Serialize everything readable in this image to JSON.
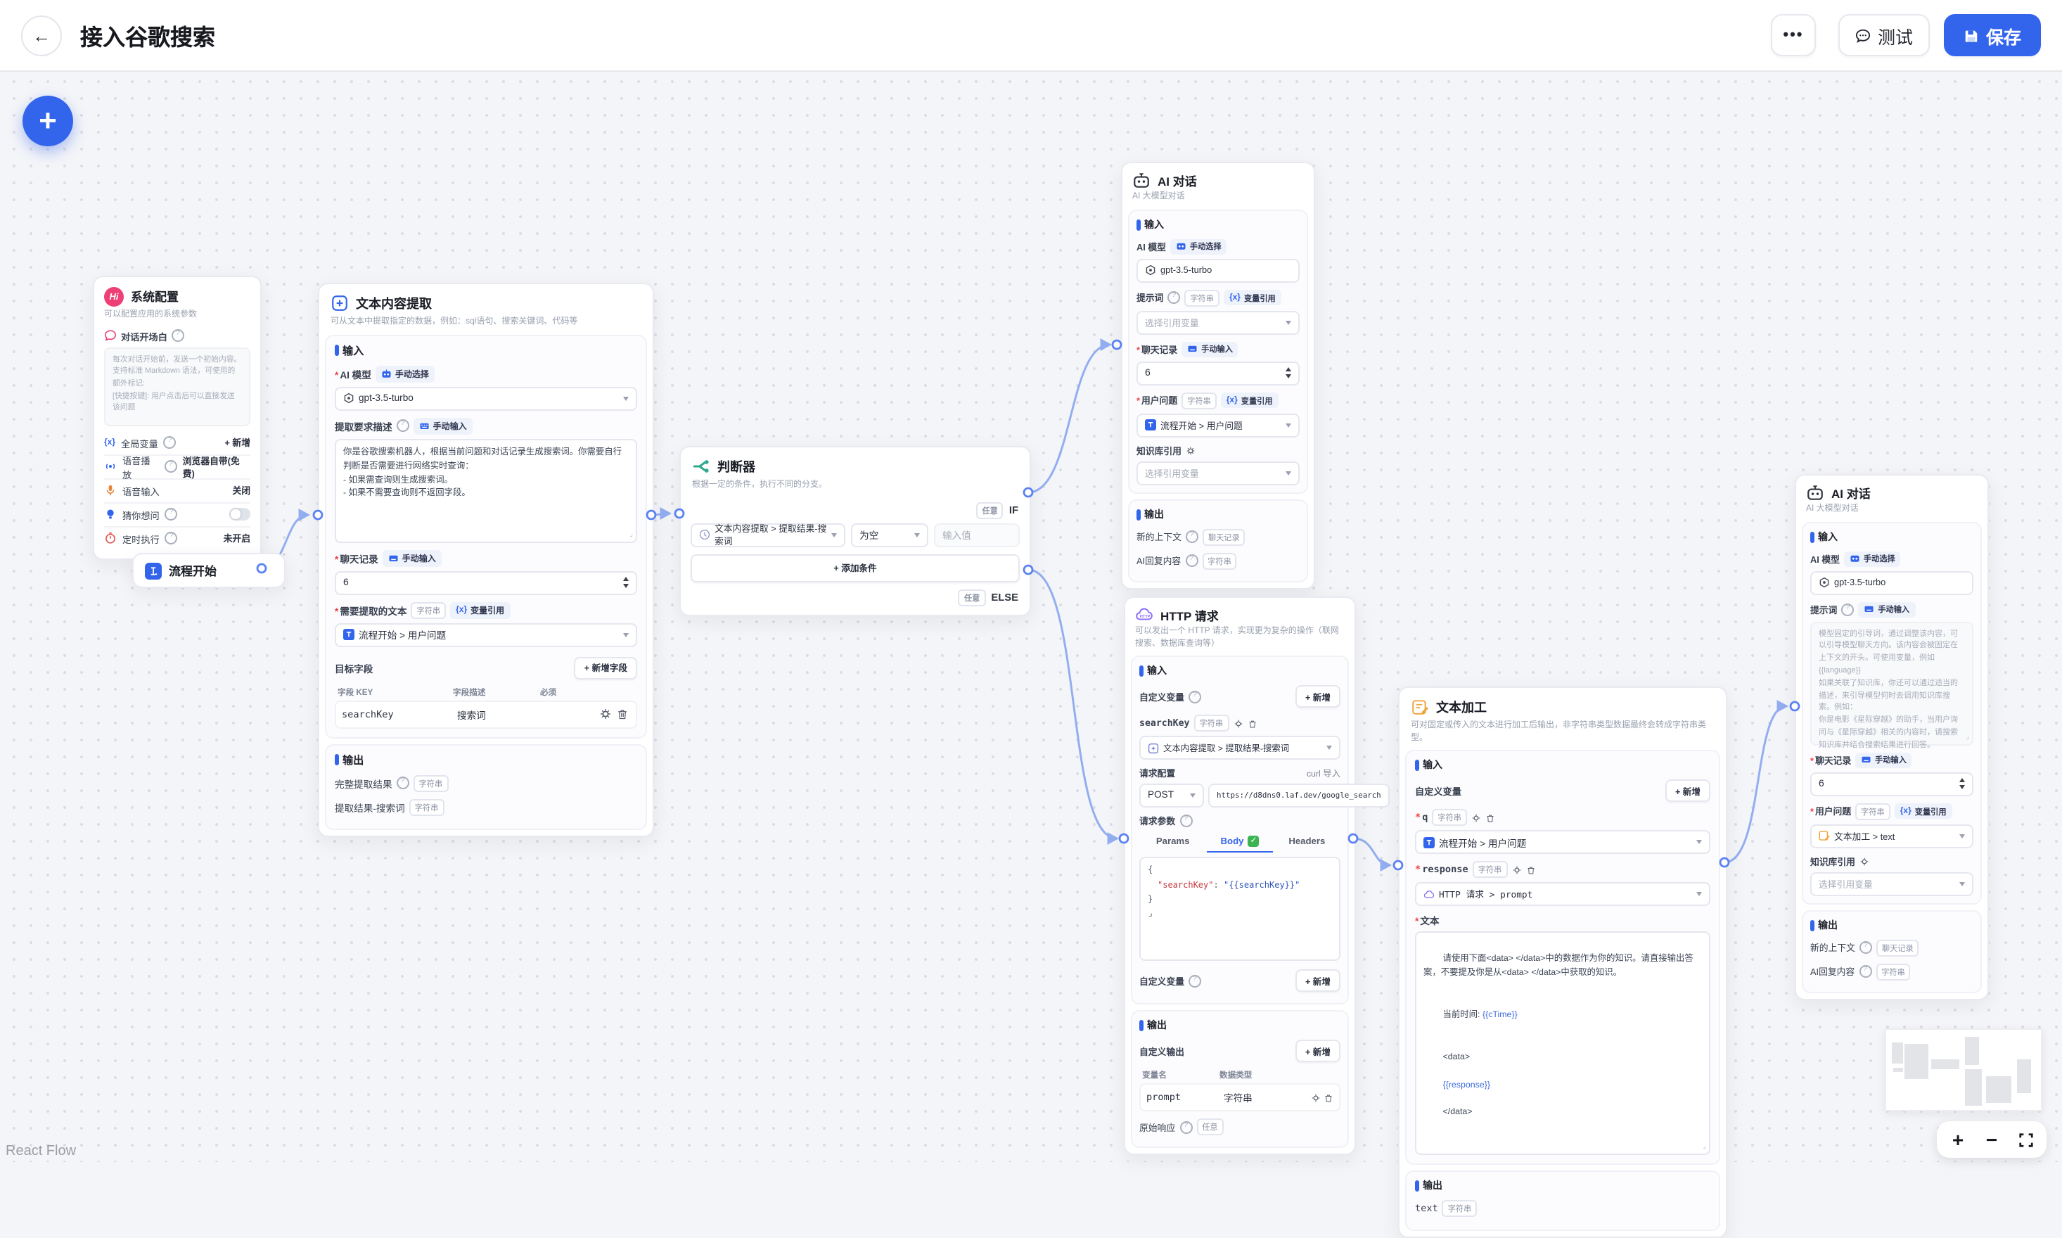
{
  "header": {
    "title": "接入谷歌搜索",
    "back": "←",
    "more_label": "•••",
    "test_label": "测试",
    "save_label": "保存"
  },
  "canvas": {
    "attribution": "React Flow"
  },
  "colors": {
    "accent": "#3365ec",
    "edge": "#93aef0",
    "hi_badge": "#ee3f77",
    "classifier_icon": "#2fa88e",
    "http_icon": "#8a6ef6",
    "process_icon": "#f0a33c",
    "body_check": "#3cb454"
  },
  "common": {
    "input": "输入",
    "output": "输出",
    "str": "字符串",
    "any": "任意",
    "history_type": "聊天记录",
    "manual_select": "手动选择",
    "manual_input": "手动输入",
    "var_ref": "变量引用",
    "add": "+ 新增",
    "select_placeholder": "选择引用变量",
    "model_label": "AI 模型",
    "prompt_label": "提示词",
    "history_label": "聊天记录",
    "question_label": "用户问题",
    "kb_label": "知识库引用",
    "new_context": "新的上下文",
    "ai_reply": "AI回复内容",
    "custom_var": "自定义变量",
    "history_rounds": "6"
  },
  "nodes": {
    "system_config": {
      "badge": "Hi",
      "title": "系统配置",
      "subtitle": "可以配置应用的系统参数",
      "opener_label": "对话开场白",
      "opener_placeholder": "每次对话开始前，发送一个初始内容。支持标准 Markdown 语法，可使用的额外标记:\n[快捷按键]: 用户点击后可以直接发送该问题",
      "rows": [
        {
          "label": "全局变量",
          "value": "+ 新增"
        },
        {
          "label": "语音播放",
          "value": "浏览器自带(免费)"
        },
        {
          "label": "语音输入",
          "value": "关闭"
        },
        {
          "label": "猜你想问",
          "value": ""
        },
        {
          "label": "定时执行",
          "value": "未开启"
        }
      ]
    },
    "flow_start": {
      "title": "流程开始"
    },
    "text_extract": {
      "title": "文本内容提取",
      "subtitle": "可从文本中提取指定的数据，例如：sql语句、搜索关键词、代码等",
      "model_value": "gpt-3.5-turbo",
      "desc_label": "提取要求描述",
      "desc_value": "你是谷歌搜索机器人，根据当前问题和对话记录生成搜索词。你需要自行判断是否需要进行网络实时查询：\n- 如果需查询则生成搜索词。\n- 如果不需要查询则不返回字段。",
      "source_label": "需要提取的文本",
      "source_value": "流程开始 > 用户问题",
      "target_label": "目标字段",
      "add_field": "+ 新增字段",
      "col_key": "字段 KEY",
      "col_desc": "字段描述",
      "col_required": "必须",
      "row_key": "searchKey",
      "row_desc": "搜索词",
      "out_full": "完整提取结果",
      "out_search": "提取结果-搜索词"
    },
    "classifier": {
      "title": "判断器",
      "subtitle": "根据一定的条件，执行不同的分支。",
      "if_label": "IF",
      "else_label": "ELSE",
      "cond_field": "文本内容提取 > 提取结果-搜索词",
      "cond_op": "为空",
      "value_placeholder": "输入值",
      "add_condition": "+ 添加条件"
    },
    "ai_chat": {
      "title": "AI 对话",
      "subtitle": "AI 大模型对话",
      "model_value": "gpt-3.5-turbo",
      "question_value": "流程开始 > 用户问题"
    },
    "http": {
      "title": "HTTP 请求",
      "subtitle": "可以发出一个 HTTP 请求，实现更为复杂的操作（联网搜索、数据库查询等）",
      "var_name": "searchKey",
      "var_value": "文本内容提取 > 提取结果-搜索词",
      "config_label": "请求配置",
      "curl_import": "curl 导入",
      "method": "POST",
      "url": "https://d8dns0.laf.dev/google_search",
      "params_label": "请求参数",
      "tab_params": "Params",
      "tab_body": "Body",
      "tab_headers": "Headers",
      "code": {
        "l1": "{",
        "key": "\"searchKey\"",
        "sep": ": ",
        "val": "\"{{searchKey}}\"",
        "l3": "}"
      },
      "custom_output": "自定义输出",
      "col_name": "变量名",
      "col_type": "数据类型",
      "out_name": "prompt",
      "raw_label": "原始响应"
    },
    "text_process": {
      "title": "文本加工",
      "subtitle": "可对固定或传入的文本进行加工后输出，非字符串类型数据最终会转成字符串类型。",
      "q_label": "q",
      "q_value": "流程开始 > 用户问题",
      "resp_label": "response",
      "resp_value": "HTTP 请求 > prompt",
      "text_label": "文本",
      "t1": "请使用下面<data> </data>中的数据作为你的知识。请直接输出答案，不要提及你是从<data> </data>中获取的知识。",
      "t2": "当前时间: ",
      "tv1": "{{cTime}}",
      "t3": "<data>",
      "tv2": "{{response}}",
      "t4": "</data>",
      "out_text": "text"
    },
    "ai_chat_right": {
      "prompt_placeholder": "模型固定的引导词，通过调整该内容，可以引导模型聊天方向。该内容会被固定在上下文的开头。可使用变量，例如 {{language}}\n如果关联了知识库，你还可以通过适当的描述，来引导模型何时去调用知识库搜索。例如：\n你是电影《星际穿越》的助手，当用户询问与《星际穿越》相关的内容时，请搜索知识库并结合搜索结果进行回答。",
      "question_value": "文本加工 > text"
    }
  },
  "controls": {
    "zoom_in": "+",
    "zoom_out": "−"
  }
}
